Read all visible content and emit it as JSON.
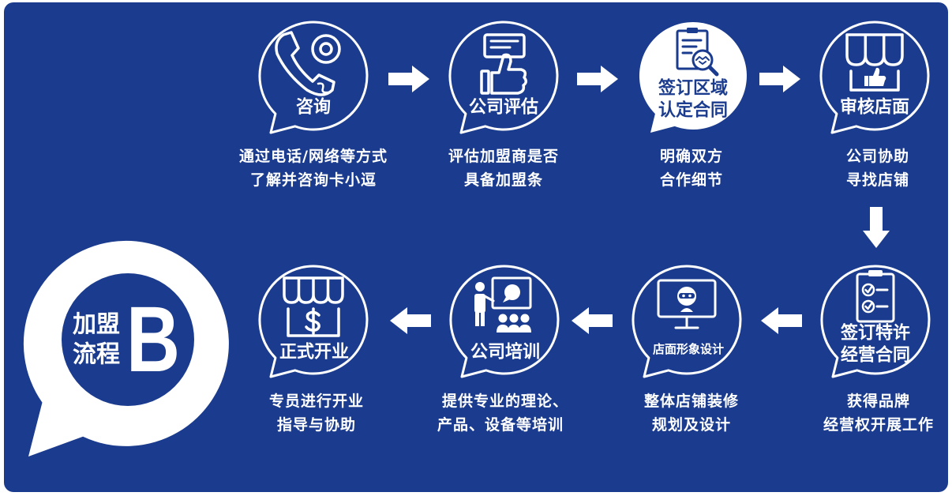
{
  "title": {
    "line1": "加盟",
    "line2": "流程",
    "letter": "B"
  },
  "steps": [
    {
      "label": [
        "咨询"
      ],
      "caption": [
        "通过电话/网络等方式",
        "了解并咨询卡小逗"
      ],
      "icon": "phone-icon"
    },
    {
      "label": [
        "公司评估"
      ],
      "caption": [
        "评估加盟商是否",
        "具备加盟条"
      ],
      "icon": "thumbs-up-document-icon"
    },
    {
      "label": [
        "签订区域",
        "认定合同"
      ],
      "caption": [
        "明确双方",
        "合作细节"
      ],
      "icon": "contract-handshake-icon"
    },
    {
      "label": [
        "审核店面"
      ],
      "caption": [
        "公司协助",
        "寻找店铺"
      ],
      "icon": "storefront-thumbs-up-icon"
    },
    {
      "label": [
        "签订特许",
        "经营合同"
      ],
      "caption": [
        "获得品牌",
        "经营权开展工作"
      ],
      "icon": "checklist-icon"
    },
    {
      "label": [
        "店面形象设计"
      ],
      "caption": [
        "整体店铺装修",
        "规划及设计"
      ],
      "icon": "monitor-design-icon"
    },
    {
      "label": [
        "公司培训"
      ],
      "caption": [
        "提供专业的理论、",
        "产品、设备等培训"
      ],
      "icon": "training-icon"
    },
    {
      "label": [
        "正式开业"
      ],
      "caption": [
        "专员进行开业",
        "指导与协助"
      ],
      "icon": "store-dollar-icon"
    }
  ],
  "colors": {
    "background": "#1b3c8e",
    "foreground": "#ffffff"
  }
}
